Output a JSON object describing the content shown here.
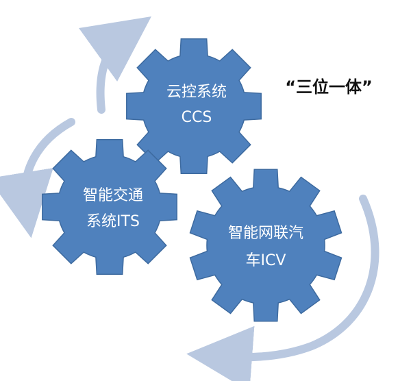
{
  "title": "“三位一体”",
  "gears": [
    {
      "id": "ccs",
      "label_line1": "云控系统",
      "label_line2": "CCS"
    },
    {
      "id": "its",
      "label_line1": "智能交通",
      "label_line2": "系统ITS"
    },
    {
      "id": "icv",
      "label_line1": "智能网联汽",
      "label_line2": "车ICV"
    }
  ],
  "colors": {
    "gear_fill": "#4f81bd",
    "gear_stroke": "#3d6a9f",
    "arrow": "#b9c8e0",
    "text_on_gear": "#ffffff"
  }
}
